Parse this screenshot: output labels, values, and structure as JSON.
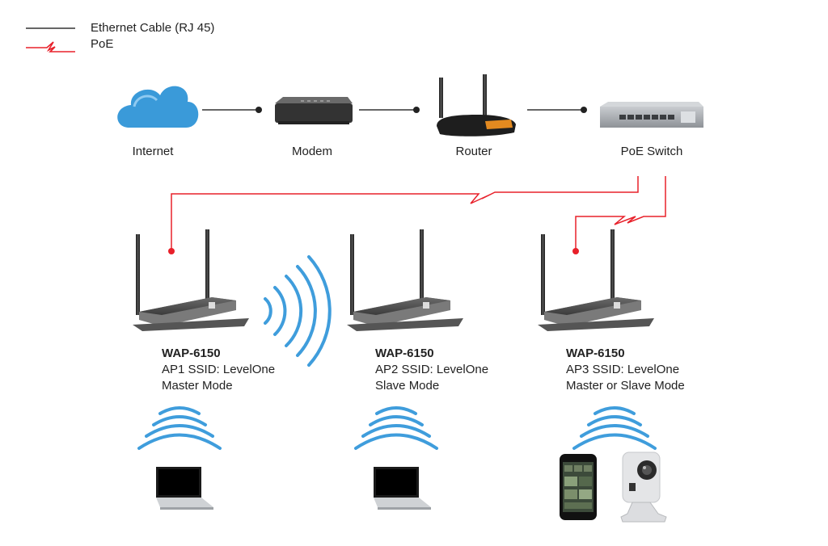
{
  "legend": {
    "ethernet_label": "Ethernet Cable (RJ 45)",
    "poe_label": "PoE",
    "ethernet_color": "#333333",
    "poe_color": "#e8202a"
  },
  "nodes": {
    "internet": "Internet",
    "modem": "Modem",
    "router": "Router",
    "poe_switch": "PoE Switch"
  },
  "access_points": [
    {
      "model": "WAP-6150",
      "ssid": "AP1 SSID: LevelOne",
      "mode": "Master Mode"
    },
    {
      "model": "WAP-6150",
      "ssid": "AP2 SSID: LevelOne",
      "mode": "Slave Mode"
    },
    {
      "model": "WAP-6150",
      "ssid": "AP3 SSID: LevelOne",
      "mode": "Master or Slave Mode"
    }
  ],
  "clients": {
    "ap1": [
      "laptop-icon"
    ],
    "ap2": [
      "laptop-icon"
    ],
    "ap3": [
      "smartphone-icon",
      "ip-camera-icon"
    ]
  },
  "colors": {
    "wifi": "#3f9ddc",
    "cloud": "#3a9ad9",
    "device_dark": "#3a3a3a"
  }
}
